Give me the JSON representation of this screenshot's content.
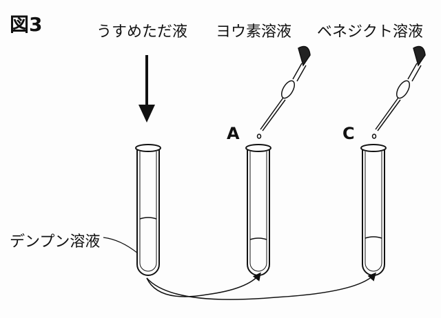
{
  "figure_title": "図3",
  "reagents": {
    "saliva": "うすめただ液",
    "iodine": "ヨウ素溶液",
    "benedict": "ベネジクト溶液"
  },
  "tube_labels": {
    "a": "A",
    "c": "C"
  },
  "starch_label": "デンプン溶液"
}
